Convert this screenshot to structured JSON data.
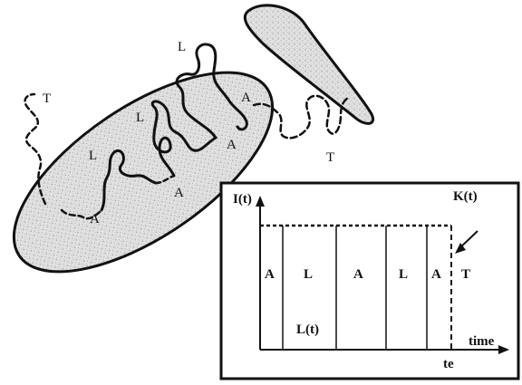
{
  "illustration": {
    "chain_labels": {
      "L_top": "L",
      "L_mid": "L",
      "L_left": "L",
      "T_left": "T",
      "T_right": "T",
      "A_1": "A",
      "A_2": "A",
      "A_3": "A",
      "A_4": "A"
    }
  },
  "plot": {
    "y_label": "I(t)",
    "x_label": "time",
    "te_label": "te",
    "kt_label": "K(t)",
    "lt_label": "L(t)",
    "segments": [
      "A",
      "L",
      "A",
      "L",
      "A",
      "T"
    ]
  },
  "colors": {
    "surface_fill": "#dcdcdc",
    "stroke": "#111111",
    "background": "#ffffff"
  }
}
